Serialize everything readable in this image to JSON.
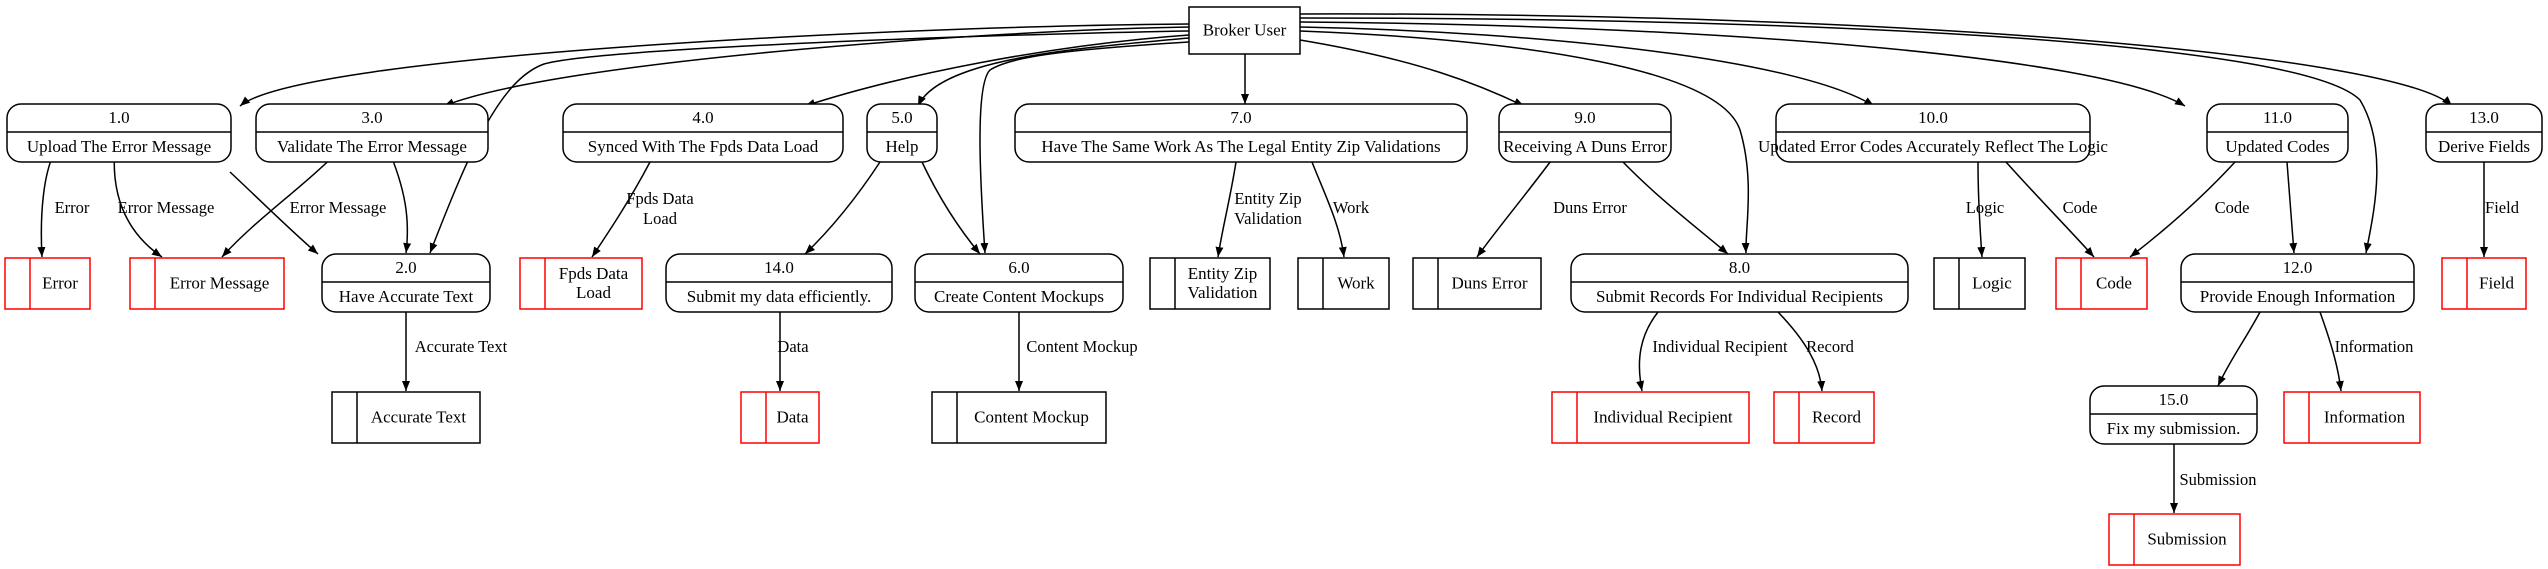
{
  "diagram": {
    "colors": {
      "default_stroke": "#000000",
      "highlight_stroke": "#ff0000",
      "background": "#ffffff"
    },
    "actor": {
      "id": "broker",
      "label": "Broker User"
    },
    "processes": [
      {
        "id": "p1",
        "number": "1.0",
        "title": "Upload The Error Message"
      },
      {
        "id": "p3",
        "number": "3.0",
        "title": "Validate The Error Message"
      },
      {
        "id": "p2",
        "number": "2.0",
        "title": "Have Accurate Text"
      },
      {
        "id": "p4",
        "number": "4.0",
        "title": "Synced With The Fpds Data Load"
      },
      {
        "id": "p5",
        "number": "5.0",
        "title": "Help"
      },
      {
        "id": "p14",
        "number": "14.0",
        "title": "Submit my data efficiently."
      },
      {
        "id": "p6",
        "number": "6.0",
        "title": "Create Content Mockups"
      },
      {
        "id": "p7",
        "number": "7.0",
        "title": "Have The Same Work As The Legal Entity Zip Validations"
      },
      {
        "id": "p9",
        "number": "9.0",
        "title": "Receiving A Duns Error"
      },
      {
        "id": "p8",
        "number": "8.0",
        "title": "Submit Records For Individual Recipients"
      },
      {
        "id": "p10",
        "number": "10.0",
        "title": "Updated Error Codes Accurately Reflect The Logic"
      },
      {
        "id": "p11",
        "number": "11.0",
        "title": "Updated Codes"
      },
      {
        "id": "p12",
        "number": "12.0",
        "title": "Provide Enough Information"
      },
      {
        "id": "p15",
        "number": "15.0",
        "title": "Fix my submission."
      },
      {
        "id": "p13",
        "number": "13.0",
        "title": "Derive Fields"
      }
    ],
    "stores": [
      {
        "id": "s_error",
        "lines": [
          "Error"
        ],
        "color": "red"
      },
      {
        "id": "s_errmsg",
        "lines": [
          "Error Message"
        ],
        "color": "red"
      },
      {
        "id": "s_acctext",
        "lines": [
          "Accurate Text"
        ],
        "color": "black"
      },
      {
        "id": "s_fpds",
        "lines": [
          "Fpds Data",
          "Load"
        ],
        "color": "red"
      },
      {
        "id": "s_data",
        "lines": [
          "Data"
        ],
        "color": "red"
      },
      {
        "id": "s_mockup",
        "lines": [
          "Content Mockup"
        ],
        "color": "black"
      },
      {
        "id": "s_zip",
        "lines": [
          "Entity Zip",
          "Validation"
        ],
        "color": "black"
      },
      {
        "id": "s_work",
        "lines": [
          "Work"
        ],
        "color": "black"
      },
      {
        "id": "s_duns",
        "lines": [
          "Duns Error"
        ],
        "color": "black"
      },
      {
        "id": "s_indrec",
        "lines": [
          "Individual Recipient"
        ],
        "color": "red"
      },
      {
        "id": "s_record",
        "lines": [
          "Record"
        ],
        "color": "red"
      },
      {
        "id": "s_logic",
        "lines": [
          "Logic"
        ],
        "color": "black"
      },
      {
        "id": "s_code",
        "lines": [
          "Code"
        ],
        "color": "red"
      },
      {
        "id": "s_info",
        "lines": [
          "Information"
        ],
        "color": "red"
      },
      {
        "id": "s_submission",
        "lines": [
          "Submission"
        ],
        "color": "red"
      },
      {
        "id": "s_field",
        "lines": [
          "Field"
        ],
        "color": "red"
      }
    ],
    "edges": [
      {
        "from": "broker",
        "to": "p1"
      },
      {
        "from": "broker",
        "to": "p3"
      },
      {
        "from": "broker",
        "to": "p2"
      },
      {
        "from": "broker",
        "to": "p4"
      },
      {
        "from": "broker",
        "to": "p5"
      },
      {
        "from": "broker",
        "to": "p6"
      },
      {
        "from": "broker",
        "to": "p7"
      },
      {
        "from": "broker",
        "to": "p9"
      },
      {
        "from": "broker",
        "to": "p8"
      },
      {
        "from": "broker",
        "to": "p10"
      },
      {
        "from": "broker",
        "to": "p11"
      },
      {
        "from": "broker",
        "to": "p12"
      },
      {
        "from": "broker",
        "to": "p13"
      },
      {
        "from": "p1",
        "to": "s_error",
        "label": [
          "Error"
        ]
      },
      {
        "from": "p1",
        "to": "s_errmsg",
        "label": [
          "Error Message"
        ]
      },
      {
        "from": "p1",
        "to": "p2"
      },
      {
        "from": "p3",
        "to": "s_errmsg",
        "label": [
          "Error Message"
        ]
      },
      {
        "from": "p3",
        "to": "p2"
      },
      {
        "from": "p2",
        "to": "s_acctext",
        "label": [
          "Accurate Text"
        ]
      },
      {
        "from": "p4",
        "to": "s_fpds",
        "label": [
          "Fpds Data",
          "Load"
        ]
      },
      {
        "from": "p5",
        "to": "p14"
      },
      {
        "from": "p5",
        "to": "p6"
      },
      {
        "from": "p14",
        "to": "s_data",
        "label": [
          "Data"
        ]
      },
      {
        "from": "p6",
        "to": "s_mockup",
        "label": [
          "Content Mockup"
        ]
      },
      {
        "from": "p7",
        "to": "s_zip",
        "label": [
          "Entity Zip",
          "Validation"
        ]
      },
      {
        "from": "p7",
        "to": "s_work",
        "label": [
          "Work"
        ]
      },
      {
        "from": "p9",
        "to": "s_duns",
        "label": [
          "Duns Error"
        ]
      },
      {
        "from": "p9",
        "to": "p8"
      },
      {
        "from": "p8",
        "to": "s_indrec",
        "label": [
          "Individual Recipient"
        ]
      },
      {
        "from": "p8",
        "to": "s_record",
        "label": [
          "Record"
        ]
      },
      {
        "from": "p10",
        "to": "s_logic",
        "label": [
          "Logic"
        ]
      },
      {
        "from": "p10",
        "to": "s_code",
        "label": [
          "Code"
        ]
      },
      {
        "from": "p11",
        "to": "s_code",
        "label": [
          "Code"
        ]
      },
      {
        "from": "p11",
        "to": "p12"
      },
      {
        "from": "p12",
        "to": "p15"
      },
      {
        "from": "p12",
        "to": "s_info",
        "label": [
          "Information"
        ]
      },
      {
        "from": "p15",
        "to": "s_submission",
        "label": [
          "Submission"
        ]
      },
      {
        "from": "p13",
        "to": "s_field",
        "label": [
          "Field"
        ]
      }
    ]
  }
}
